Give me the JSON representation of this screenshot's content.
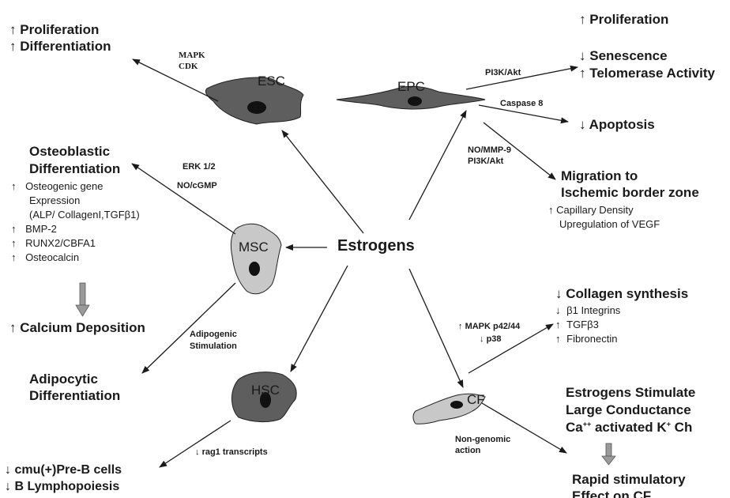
{
  "center": "Estrogens",
  "cells": {
    "esc": "ESC",
    "epc": "EPC",
    "msc": "MSC",
    "hsc": "HSC",
    "cf": "CF"
  },
  "symbols": {
    "up": "↑",
    "down": "↓"
  },
  "esc_branch": {
    "effects": [
      "Proliferation",
      "Differentiation"
    ],
    "pathways": [
      "MAPK",
      "CDK"
    ]
  },
  "epc_branch": {
    "proliferation": "Proliferation",
    "senescence": "Senescence",
    "telomerase": "Telomerase Activity",
    "pi3k": "PI3K/Akt",
    "caspase": "Caspase 8",
    "apoptosis": "Apoptosis",
    "no_mmp": "NO/MMP-9",
    "pi3k2": "PI3K/Akt",
    "migration": [
      "Migration to",
      "Ischemic border zone"
    ],
    "capillary": "Capillary Density",
    "vegf": "Upregulation of VEGF"
  },
  "msc_branch": {
    "osteo_title": [
      "Osteoblastic",
      "Differentiation"
    ],
    "osteo_items": [
      "Osteogenic gene",
      "Expression",
      "(ALP/ CollagenI,TGFβ1)",
      "BMP-2",
      "RUNX2/CBFA1",
      "Osteocalcin"
    ],
    "erk": "ERK 1/2",
    "no_cgmp": "NO/cGMP",
    "calcium": "Calcium Deposition",
    "adipo_stim": [
      "Adipogenic",
      "Stimulation"
    ],
    "adipo_diff": [
      "Adipocytic",
      "Differentiation"
    ]
  },
  "hsc_branch": {
    "rag1": "rag1 transcripts",
    "pre_b": "cmu(+)Pre-B cells",
    "lympho": "B Lymphopoiesis"
  },
  "cf_branch": {
    "mapk": "MAPK p42/44",
    "p38": "p38",
    "collagen": "Collagen synthesis",
    "integrins": "β1 Integrins",
    "tgfb3": "TGFβ3",
    "fibronectin": "Fibronectin",
    "stim": [
      "Estrogens Stimulate",
      "Large Conductance"
    ],
    "ca_base": "Ca",
    "ca_sup": "++",
    "ca_mid": " activated K",
    "k_sup": "+",
    "ch": " Ch",
    "nongenomic": [
      "Non-genomic",
      "action"
    ],
    "rapid": [
      "Rapid stimulatory",
      "Effect on CF"
    ]
  },
  "colors": {
    "cell_dark": "#5e5e5e",
    "cell_light": "#c8c8c8",
    "nucleus": "#111111",
    "arrow": "#1a1a1a",
    "block_arrow": "#9a9a9a"
  }
}
